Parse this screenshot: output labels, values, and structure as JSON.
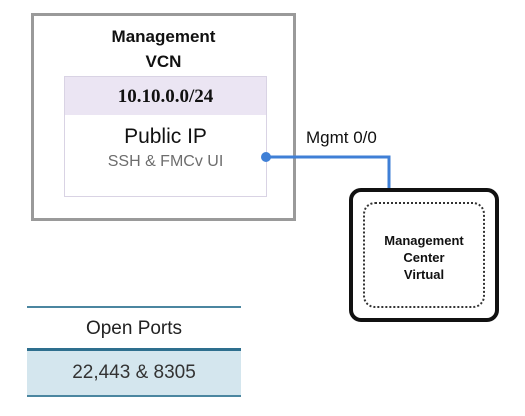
{
  "vcn": {
    "title_line1": "Management",
    "title_line2": "VCN"
  },
  "subnet": {
    "cidr": "10.10.0.0/24",
    "name": "Public IP",
    "description": "SSH & FMCv UI"
  },
  "interface": {
    "label": "Mgmt 0/0"
  },
  "appliance": {
    "line1": "Management",
    "line2": "Center",
    "line3": "Virtual"
  },
  "ports_table": {
    "header": "Open Ports",
    "value": "22,443 & 8305"
  },
  "colors": {
    "connector": "#3f7fd6",
    "vcn_border": "#9a9a9a",
    "subnet_header": "#ebe5f3",
    "ports_fill": "#d4e6ee",
    "ports_rule": "#2e6f8e"
  }
}
